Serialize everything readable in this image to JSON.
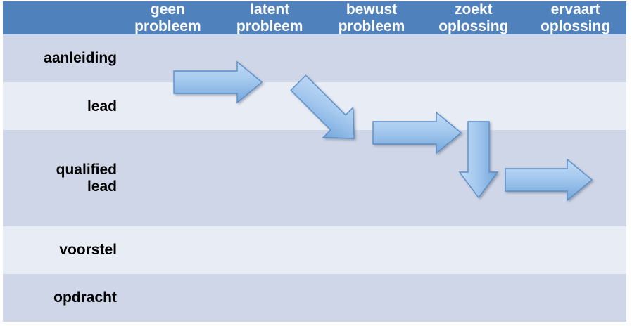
{
  "matrix": {
    "corner_label": "",
    "column_headers": [
      {
        "line1": "geen",
        "line2": "probleem"
      },
      {
        "line1": "latent",
        "line2": "probleem"
      },
      {
        "line1": "bewust",
        "line2": "probleem"
      },
      {
        "line1": "zoekt",
        "line2": "oplossing"
      },
      {
        "line1": "ervaart",
        "line2": "oplossing"
      }
    ],
    "row_headers": [
      {
        "line1": "aanleiding",
        "line2": ""
      },
      {
        "line1": "lead",
        "line2": ""
      },
      {
        "line1": "qualified",
        "line2": "lead"
      },
      {
        "line1": "voorstel",
        "line2": ""
      },
      {
        "line1": "opdracht",
        "line2": ""
      }
    ],
    "colors": {
      "header_blue": "#4F81BD",
      "row_dark": "#ced6e8",
      "row_light": "#e8ecf5",
      "grid_white": "#ffffff",
      "header_text": "#ffffff",
      "row_text": "#000000",
      "arrow_fill_top": "#aecdf0",
      "arrow_fill_bottom": "#7aabdd",
      "arrow_outline": "#5a8ec9"
    }
  },
  "flow_arrows": [
    {
      "id": "arrow-1",
      "direction": "right",
      "from_row": "aanleiding",
      "from_column": "geen probleem",
      "to_row": "aanleiding",
      "to_column": "latent probleem"
    },
    {
      "id": "arrow-2",
      "direction": "down-right",
      "from_row": "aanleiding",
      "from_column": "latent probleem",
      "to_row": "lead",
      "to_column": "bewust probleem"
    },
    {
      "id": "arrow-3",
      "direction": "right",
      "from_row": "lead",
      "from_column": "bewust probleem",
      "to_row": "lead",
      "to_column": "zoekt oplossing"
    },
    {
      "id": "arrow-4",
      "direction": "down",
      "from_row": "lead",
      "from_column": "zoekt oplossing",
      "to_row": "qualified lead",
      "to_column": "zoekt oplossing"
    },
    {
      "id": "arrow-5",
      "direction": "right",
      "from_row": "qualified lead",
      "from_column": "zoekt oplossing",
      "to_row": "qualified lead",
      "to_column": "ervaart oplossing"
    }
  ]
}
